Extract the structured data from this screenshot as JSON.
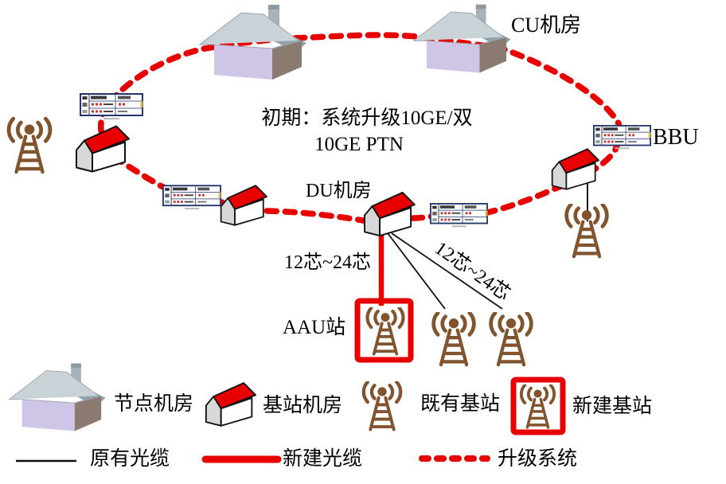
{
  "diagram": {
    "annotation": {
      "line1": "初期：系统升级10GE/双",
      "line2": "10GE PTN"
    },
    "labels": {
      "cu_room": "CU机房",
      "du_room": "DU机房",
      "bbu": "BBU",
      "aau_station": "AAU站",
      "fiber_capacity_horizontal": "12芯~24芯",
      "fiber_capacity_diagonal": "12芯~24芯"
    },
    "icons": {
      "node_room": "isometric-house-icon",
      "bts_room": "red-roof-house-icon",
      "base_station": "antenna-tower-icon",
      "new_base_station": "antenna-tower-in-red-box-icon",
      "ptn_device": "rack-equipment-icon"
    }
  },
  "legend": {
    "node_room": "节点机房",
    "bts_room": "基站机房",
    "existing_bts": "既有基站",
    "new_bts": "新建基站",
    "original_fiber": "原有光缆",
    "new_fiber": "新建光缆",
    "upgraded_system": "升级系统"
  },
  "colors": {
    "accent_red": "#e80000",
    "antenna_brown": "#82542e",
    "house_wall_lavender": "#cfc5e6",
    "house_wall_side": "#8b7a6f",
    "house_roof_gray": "#c9d2d6",
    "device_frame_navy": "#24356b"
  }
}
